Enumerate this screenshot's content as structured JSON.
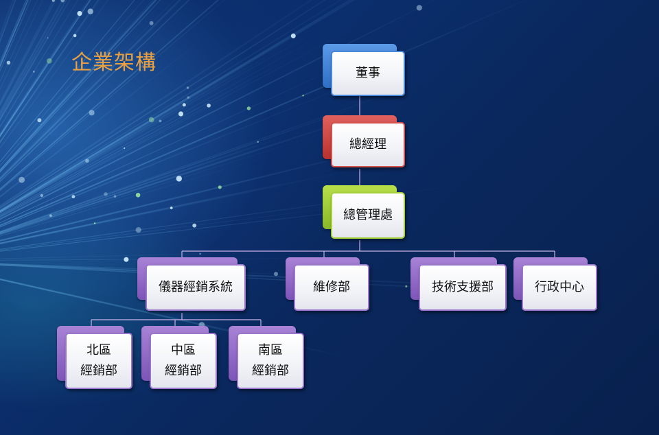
{
  "title": "企業架構",
  "colors": {
    "title": "#e8a040",
    "blue": "#4a86d8",
    "red": "#d2504d",
    "green": "#a6cf3c",
    "purple": "#9a76cc",
    "background": "#0a2a66"
  },
  "nodes": {
    "chairman": "董事",
    "general_manager": "總經理",
    "admin_office": "總管理處",
    "instrument_sales": "儀器經銷系統",
    "maintenance": "維修部",
    "tech_support": "技術支援部",
    "admin_center": "行政中心",
    "north": {
      "line1": "北區",
      "line2": "經銷部"
    },
    "central": {
      "line1": "中區",
      "line2": "經銷部"
    },
    "south": {
      "line1": "南區",
      "line2": "經銷部"
    }
  }
}
